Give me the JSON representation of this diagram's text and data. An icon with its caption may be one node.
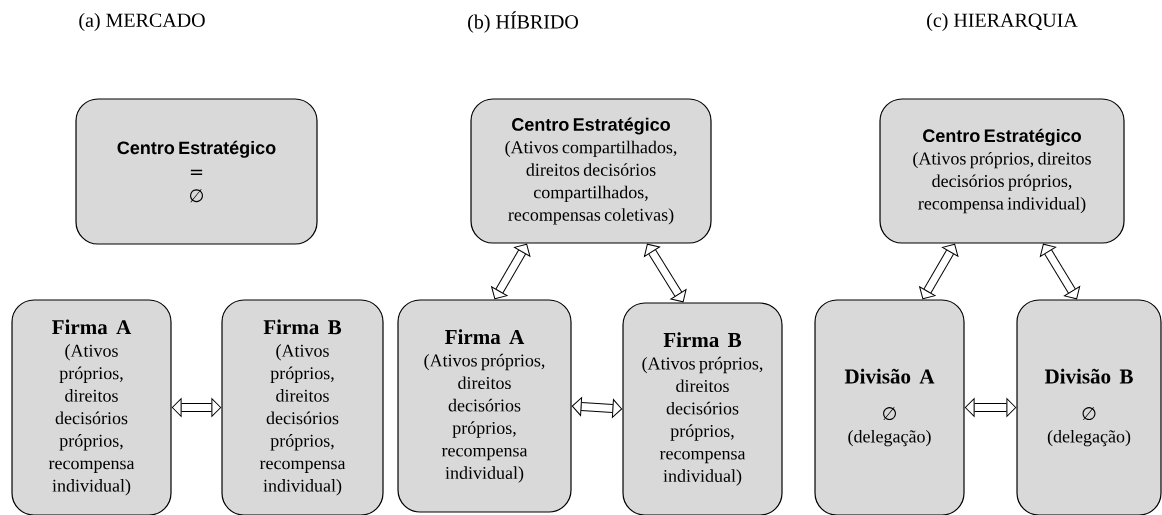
{
  "diagram": {
    "nodes": [
      {
        "text": [
          "Centro Estratégico",
          "=",
          "∅"
        ]
      },
      {
        "text": [
          "Firma A",
          "(Ativos próprios, direitos decisórios próprios, recompensa individual)"
        ]
      },
      {
        "text": [
          "Firma B",
          "(Ativos próprios, direitos decisórios próprios, recompensa individual)"
        ]
      },
      {
        "text": [
          "Centro Estratégico",
          "(Ativos compartilhados, direitos decisórios compartilhados, recompensas coletivas)"
        ]
      },
      {
        "text": [
          "Firma A",
          "(Ativos próprios, direitos decisórios próprios, recompensa individual)"
        ]
      },
      {
        "text": [
          "Firma B",
          "(Ativos próprios, direitos decisórios próprios, recompensa individual)"
        ]
      },
      {
        "text": [
          "Centro Estratégico",
          "(Ativos próprios, direitos decisórios próprios, recompensa individual)"
        ]
      },
      {
        "text": [
          "Divisão A",
          "∅",
          "(delegação)"
        ]
      },
      {
        "text": [
          "Divisão B",
          "∅",
          "(delegação)"
        ]
      }
    ],
    "edges": [
      {
        "from": 1,
        "to": 2,
        "arrow": "both"
      },
      {
        "from": 3,
        "to": 4,
        "arrow": "both"
      },
      {
        "from": 3,
        "to": 5,
        "arrow": "both"
      },
      {
        "from": 4,
        "to": 5,
        "arrow": "both"
      },
      {
        "from": 6,
        "to": 7,
        "arrow": "both"
      },
      {
        "from": 6,
        "to": 8,
        "arrow": "both"
      },
      {
        "from": 7,
        "to": 8,
        "arrow": "both"
      }
    ],
    "labels": [
      "(a) MERCADO",
      "(b) HÍBRIDO",
      "(c) HIERARQUIA"
    ]
  }
}
